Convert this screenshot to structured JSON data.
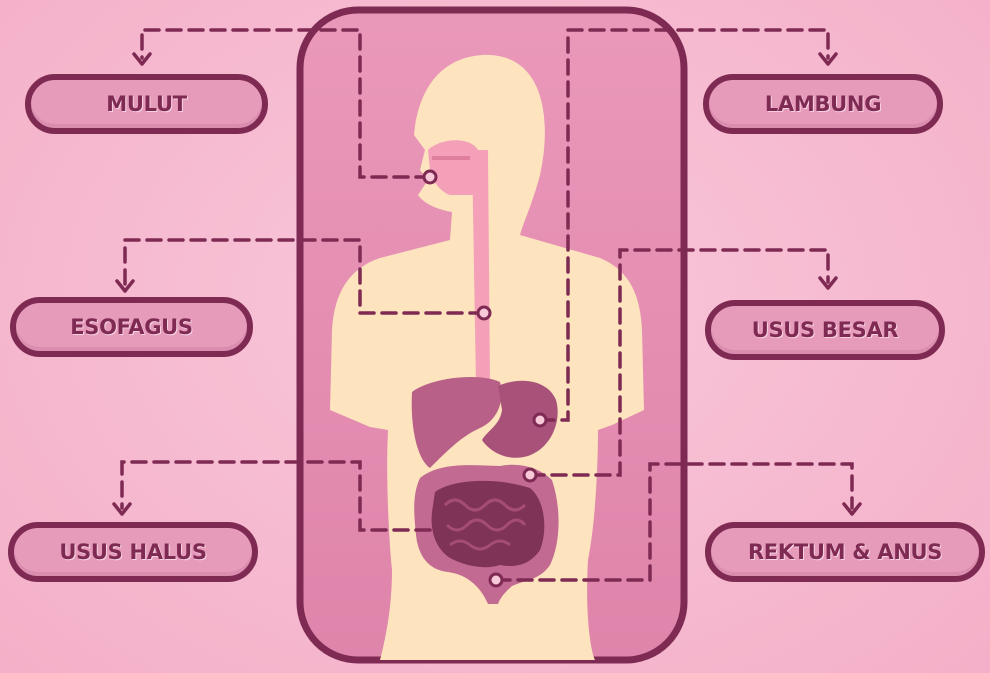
{
  "labels": {
    "mulut": "MULUT",
    "lambung": "LAMBUNG",
    "esofagus": "ESOFAGUS",
    "usus_besar": "USUS BESAR",
    "usus_halus": "USUS HALUS",
    "rektum_anus": "REKTUM & ANUS"
  },
  "colors": {
    "background": "#f6b9cf",
    "border": "#7e2a53",
    "pill_fill": "#e79bbb",
    "frame_fill": "#e592b5",
    "body_fill": "#fde4bf",
    "organ": "#b4587d"
  }
}
